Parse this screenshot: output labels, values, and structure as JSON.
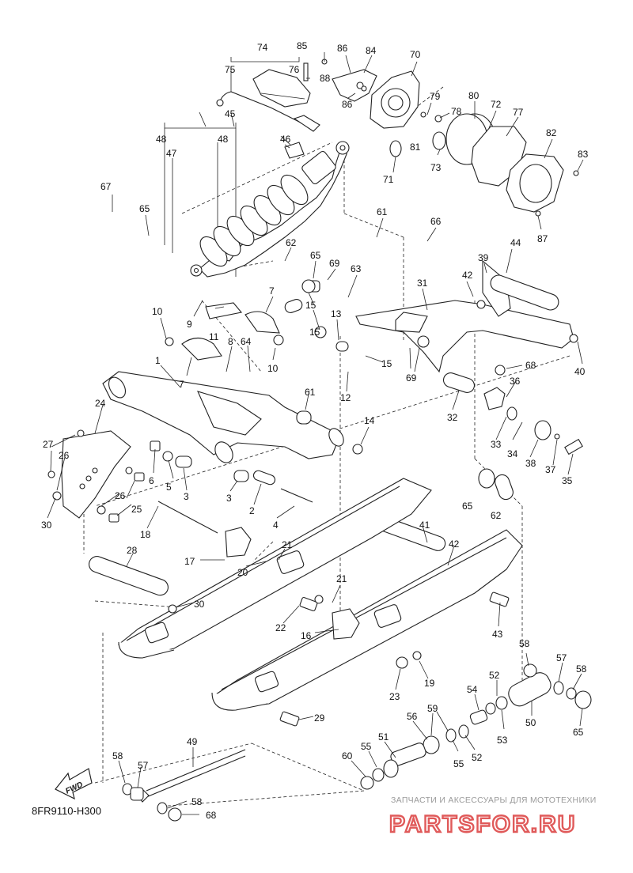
{
  "diagram": {
    "code": "8FR9110-H300",
    "fwd_label": "FWD",
    "parts": [
      "1",
      "2",
      "3",
      "4",
      "5",
      "6",
      "7",
      "8",
      "9",
      "10",
      "11",
      "12",
      "13",
      "14",
      "15",
      "16",
      "17",
      "18",
      "19",
      "20",
      "21",
      "22",
      "23",
      "24",
      "25",
      "26",
      "27",
      "28",
      "29",
      "30",
      "31",
      "32",
      "33",
      "34",
      "35",
      "36",
      "37",
      "38",
      "39",
      "40",
      "41",
      "42",
      "43",
      "44",
      "45",
      "46",
      "47",
      "48",
      "49",
      "50",
      "51",
      "52",
      "53",
      "54",
      "55",
      "56",
      "57",
      "58",
      "59",
      "60",
      "61",
      "62",
      "63",
      "64",
      "65",
      "66",
      "67",
      "68",
      "69",
      "70",
      "71",
      "72",
      "73",
      "74",
      "75",
      "76",
      "77",
      "78",
      "79",
      "80",
      "81",
      "82",
      "83",
      "84",
      "85",
      "86",
      "87",
      "88"
    ]
  },
  "watermark": {
    "caption": "ЗАПЧАСТИ И АКСЕССУАРЫ ДЛЯ МОТОТЕХНИКИ",
    "logo_text": "PARTSFOR.RU",
    "color": "#e05a5a"
  }
}
